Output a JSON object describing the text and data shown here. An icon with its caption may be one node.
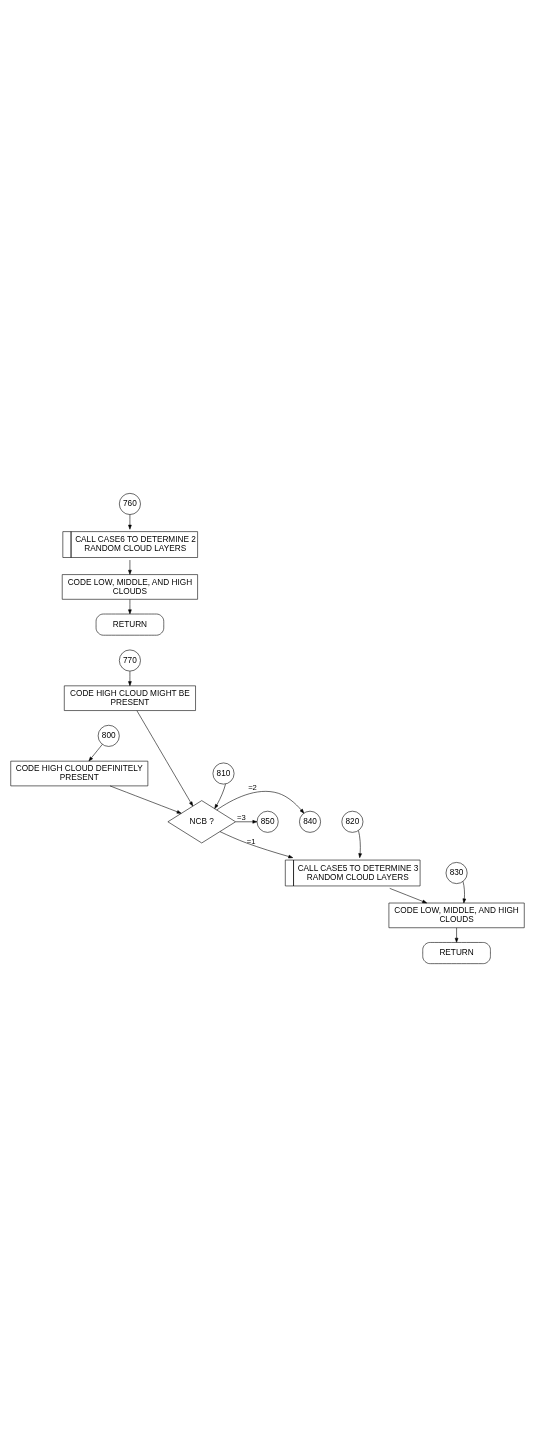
{
  "diagram": {
    "nodes": [
      {
        "text": [
          "760"
        ]
      },
      {
        "text": [
          "CALL CASE6 TO DETERMINE 2 RANDOM CLOUD LAYERS"
        ]
      },
      {
        "text": [
          "CODE LOW, MIDDLE, AND HIGH CLOUDS"
        ]
      },
      {
        "text": [
          "RETURN"
        ]
      },
      {
        "text": [
          "770"
        ]
      },
      {
        "text": [
          "CODE HIGH CLOUD MIGHT BE PRESENT"
        ]
      },
      {
        "text": [
          "800"
        ]
      },
      {
        "text": [
          "CODE HIGH CLOUD DEFINITELY PRESENT"
        ]
      },
      {
        "text": [
          "810"
        ]
      },
      {
        "text": [
          "NCB ?"
        ]
      },
      {
        "text": [
          "840"
        ]
      },
      {
        "text": [
          "850"
        ]
      },
      {
        "text": [
          "820"
        ]
      },
      {
        "text": [
          "CALL CASE5 TO DETERMINE 3 RANDOM CLOUD LAYERS"
        ]
      },
      {
        "text": [
          "830"
        ]
      },
      {
        "text": [
          "CODE LOW, MIDDLE, AND HIGH CLOUDS"
        ]
      },
      {
        "text": [
          "RETURN"
        ]
      }
    ],
    "edges": [
      {
        "from": 0,
        "to": 1,
        "arrow": "to"
      },
      {
        "from": 1,
        "to": 2,
        "arrow": "to"
      },
      {
        "from": 2,
        "to": 3,
        "arrow": "to"
      },
      {
        "from": 4,
        "to": 5,
        "arrow": "to"
      },
      {
        "from": 5,
        "to": 9,
        "arrow": "to"
      },
      {
        "from": 6,
        "to": 7,
        "arrow": "to"
      },
      {
        "from": 7,
        "to": 9,
        "arrow": "to"
      },
      {
        "from": 8,
        "to": 9,
        "arrow": "to"
      },
      {
        "from": 9,
        "to": 10,
        "arrow": "to",
        "label": "=2"
      },
      {
        "from": 9,
        "to": 11,
        "arrow": "to",
        "label": "=3"
      },
      {
        "from": 9,
        "to": 13,
        "arrow": "to",
        "label": "=1"
      },
      {
        "from": 12,
        "to": 13,
        "arrow": "to"
      },
      {
        "from": 13,
        "to": 15,
        "arrow": "to"
      },
      {
        "from": 14,
        "to": 15,
        "arrow": "to"
      },
      {
        "from": 15,
        "to": 16,
        "arrow": "to"
      }
    ]
  }
}
